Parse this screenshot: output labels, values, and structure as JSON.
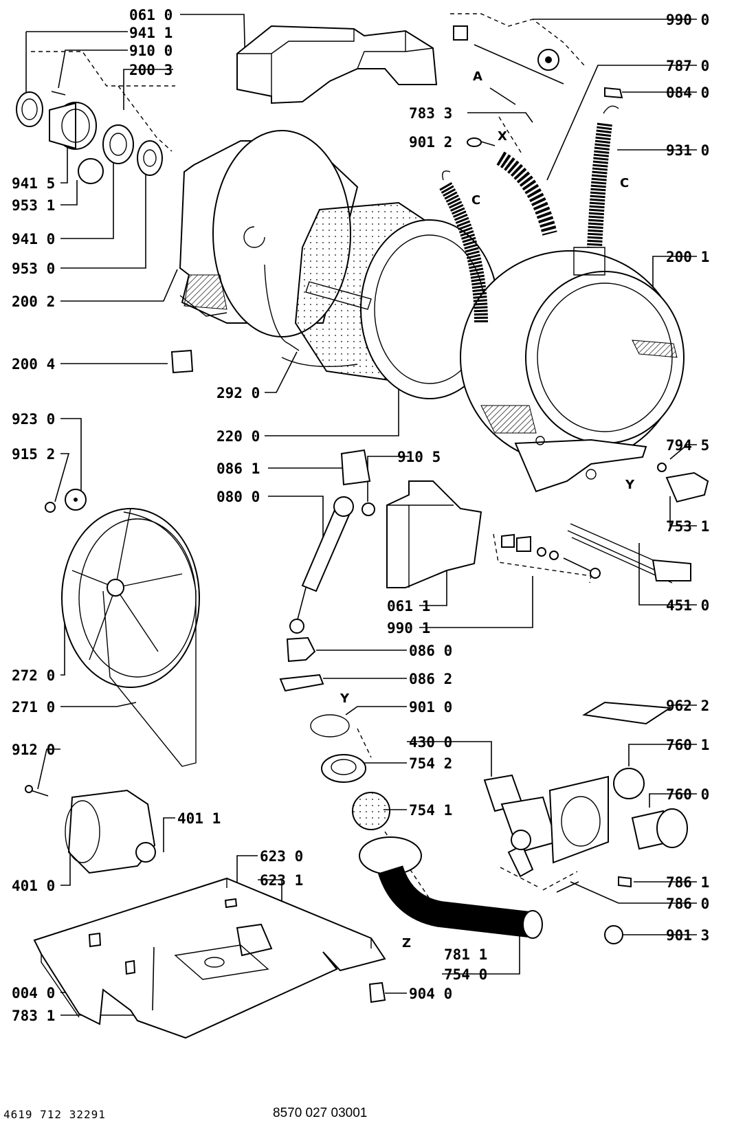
{
  "labels": {
    "l0610": "061 0",
    "l9411": "941 1",
    "l9100": "910 0",
    "l2003": "200 3",
    "l9415": "941 5",
    "l9531": "953 1",
    "l9410": "941 0",
    "l9530": "953 0",
    "l2002": "200 2",
    "l2004": "200 4",
    "l2920": "292 0",
    "l2200": "220 0",
    "l9900": "990 0",
    "l7870": "787 0",
    "l0840": "084 0",
    "l7833": "783 3",
    "l9012": "901 2",
    "l9310": "931 0",
    "l2001": "200 1",
    "l7945": "794 5",
    "l7531": "753 1",
    "l4510": "451 0",
    "l9230": "923 0",
    "l9152": "915 2",
    "l0861": "086 1",
    "l0800": "080 0",
    "l9105": "910 5",
    "l0611": "061 1",
    "l9901": "990 1",
    "l0860": "086 0",
    "l0862": "086 2",
    "l9010": "901 0",
    "l2720": "272 0",
    "l2710": "271 0",
    "l9622": "962 2",
    "l4300": "430 0",
    "l7601": "760 1",
    "l7542": "754 2",
    "l7541": "754 1",
    "l7600": "760 0",
    "l9120": "912 0",
    "l4011": "401 1",
    "l4010": "401 0",
    "l6230": "623 0",
    "l6231": "623 1",
    "l7861": "786 1",
    "l7860": "786 0",
    "l9013": "901 3",
    "l7811": "781 1",
    "l7540": "754 0",
    "l0040": "004 0",
    "l7831": "783 1",
    "l9040": "904 0"
  },
  "letters": {
    "A": "A",
    "X": "X",
    "C1": "C",
    "C2": "C",
    "Y1": "Y",
    "Y2": "Y",
    "Z": "Z"
  },
  "footer": {
    "left": "4619 712 32291",
    "right": "8570 027 03001"
  }
}
